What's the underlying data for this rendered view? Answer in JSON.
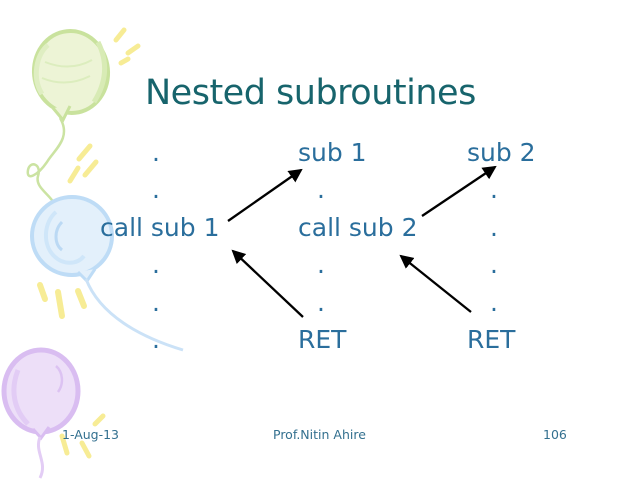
{
  "slide": {
    "title": "Nested subroutines"
  },
  "code": {
    "columns": [
      {
        "id": "main-program",
        "rows": [
          ".",
          ".",
          "call sub 1",
          ".",
          ".",
          "."
        ]
      },
      {
        "id": "subroutine-1",
        "rows": [
          "sub 1",
          ".",
          "call sub 2",
          ".",
          ".",
          "RET"
        ]
      },
      {
        "id": "subroutine-2",
        "rows": [
          "sub 2",
          ".",
          ".",
          ".",
          ".",
          "RET"
        ]
      }
    ]
  },
  "arrows": [
    {
      "from": "call sub 1",
      "to": "sub 1"
    },
    {
      "from": "call sub 2",
      "to": "sub 2"
    },
    {
      "from": "RET of sub 1",
      "to": "line after call sub 1"
    },
    {
      "from": "RET of sub 2",
      "to": "line after call sub 2"
    }
  ],
  "footer": {
    "date": "1-Aug-13",
    "author": "Prof.Nitin Ahire",
    "page_number": "106"
  },
  "colors": {
    "title_text": "#17646C",
    "body_text": "#2A6E9C",
    "footer_text": "#33708F",
    "arrow": "#000000",
    "balloon_green": "#EDF4D6",
    "balloon_blue": "#E3F0FB",
    "balloon_purple": "#EDDFF8",
    "sparkle_yellow": "#F7EC95"
  }
}
